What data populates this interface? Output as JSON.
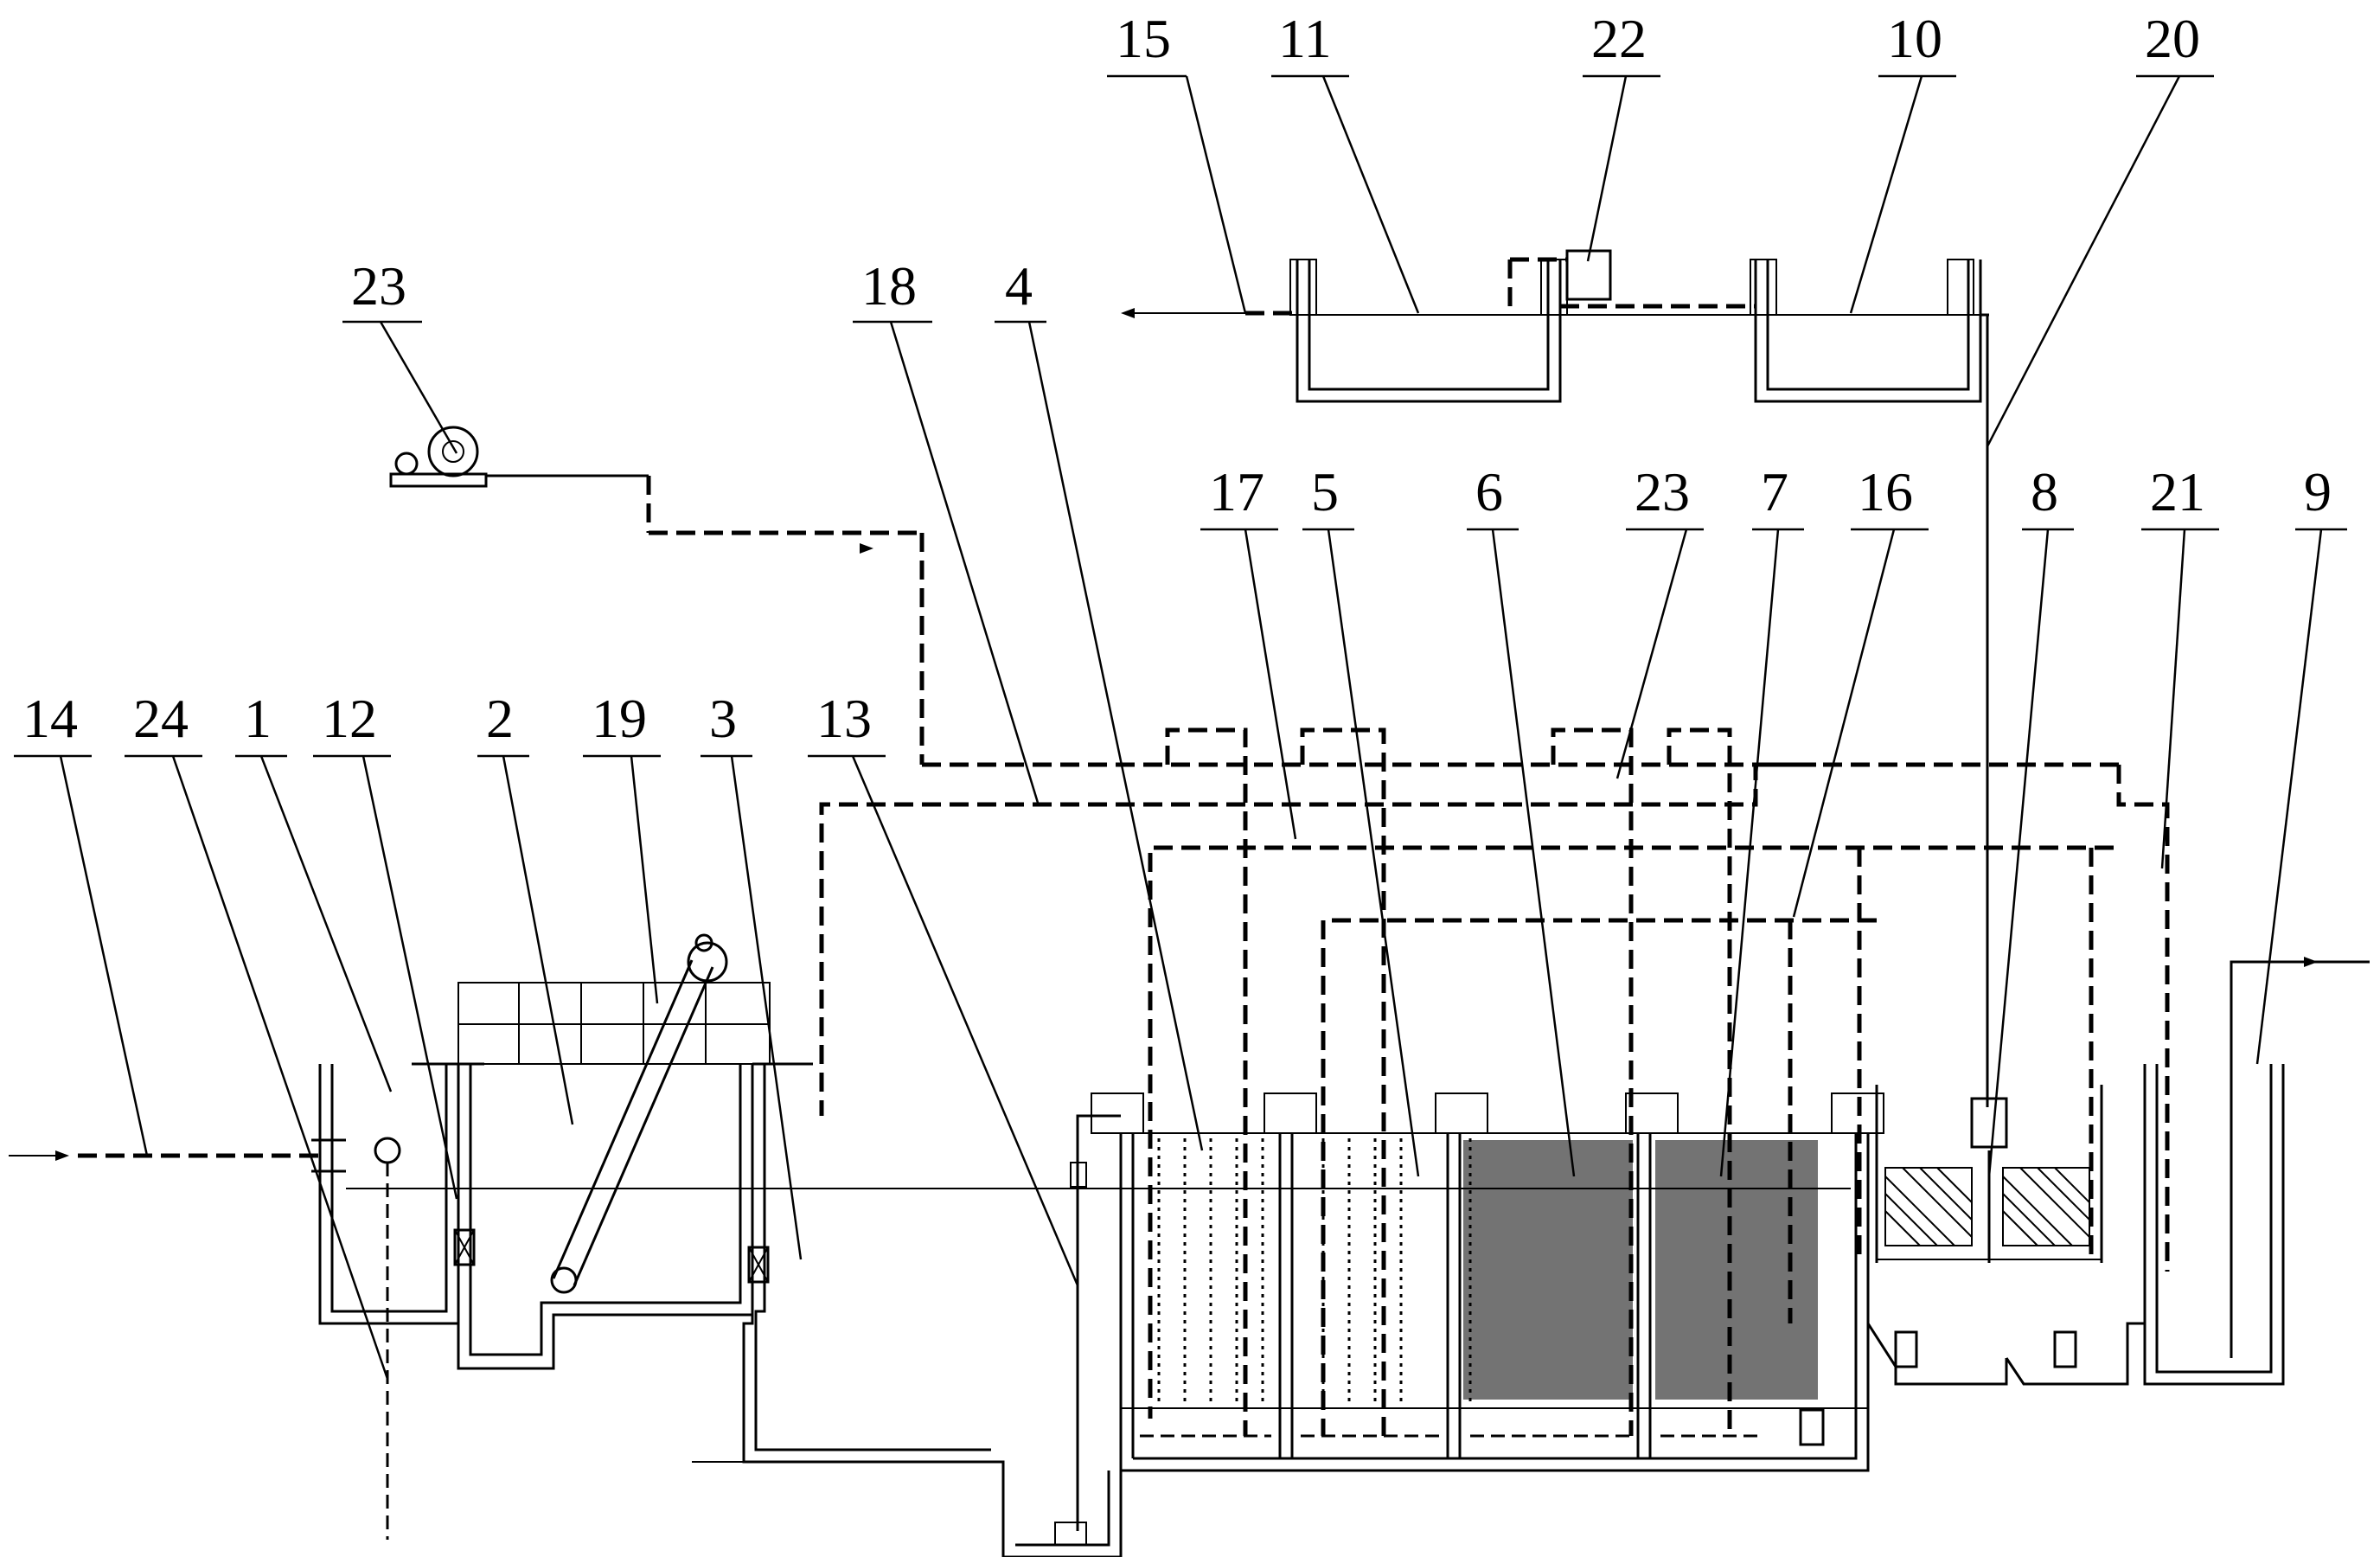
{
  "diagram": {
    "callouts": [
      {
        "id": "callout-15",
        "text": "15"
      },
      {
        "id": "callout-11",
        "text": "11"
      },
      {
        "id": "callout-22",
        "text": "22"
      },
      {
        "id": "callout-10",
        "text": "10"
      },
      {
        "id": "callout-20",
        "text": "20"
      },
      {
        "id": "callout-23a",
        "text": "23"
      },
      {
        "id": "callout-18",
        "text": "18"
      },
      {
        "id": "callout-4",
        "text": "4"
      },
      {
        "id": "callout-17",
        "text": "17"
      },
      {
        "id": "callout-5",
        "text": "5"
      },
      {
        "id": "callout-6",
        "text": "6"
      },
      {
        "id": "callout-23b",
        "text": "23"
      },
      {
        "id": "callout-7",
        "text": "7"
      },
      {
        "id": "callout-16",
        "text": "16"
      },
      {
        "id": "callout-8",
        "text": "8"
      },
      {
        "id": "callout-21",
        "text": "21"
      },
      {
        "id": "callout-9",
        "text": "9"
      },
      {
        "id": "callout-14",
        "text": "14"
      },
      {
        "id": "callout-24",
        "text": "24"
      },
      {
        "id": "callout-1",
        "text": "1"
      },
      {
        "id": "callout-12",
        "text": "12"
      },
      {
        "id": "callout-2",
        "text": "2"
      },
      {
        "id": "callout-19",
        "text": "19"
      },
      {
        "id": "callout-3",
        "text": "3"
      },
      {
        "id": "callout-13",
        "text": "13"
      }
    ]
  }
}
